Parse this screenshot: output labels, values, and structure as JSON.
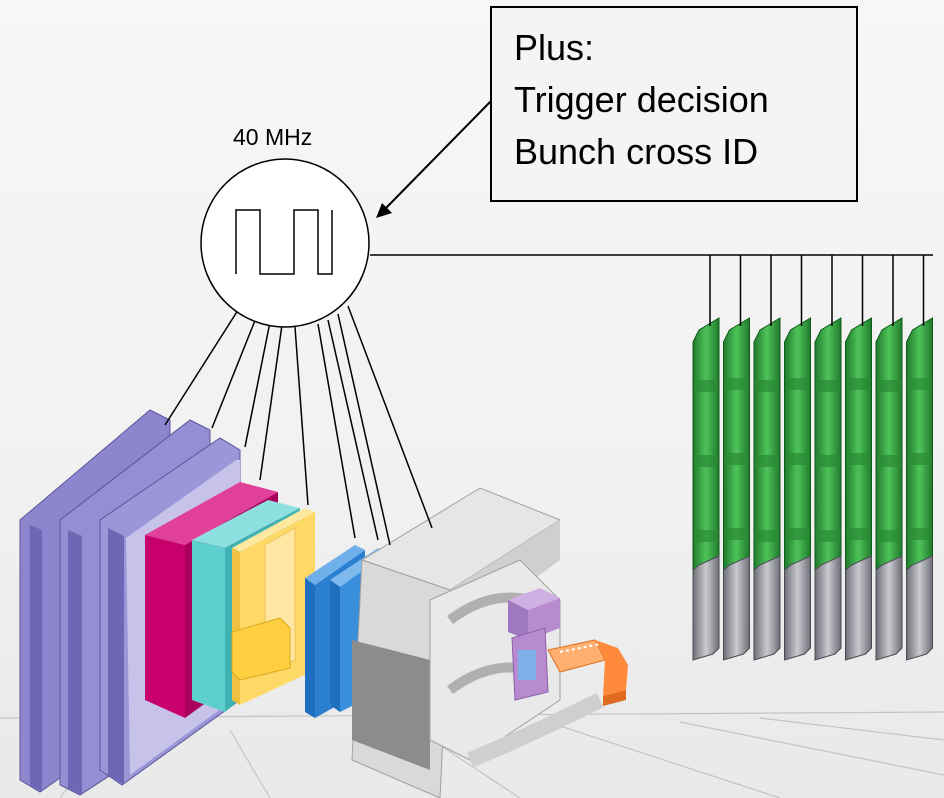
{
  "clock": {
    "label": "40 MHz",
    "icon": "clock-square-wave-icon"
  },
  "info_box": {
    "lines": [
      "Plus:",
      "Trigger decision",
      "Bunch cross ID"
    ]
  },
  "colors": {
    "muon_chambers": "#7b74c2",
    "hadron_calorimeter": "#c8006e",
    "em_calorimeter": "#5ecfcf",
    "preshower": "#ffd966",
    "rich_tracker": "#2b7fcf",
    "magnet": "#d9d9d9",
    "vertex_detector": "#b88ad0",
    "beam_pipe_end": "#ff8a3c",
    "readout_boards": "#2e9a3c",
    "readout_connectors": "#9a9aa4"
  }
}
